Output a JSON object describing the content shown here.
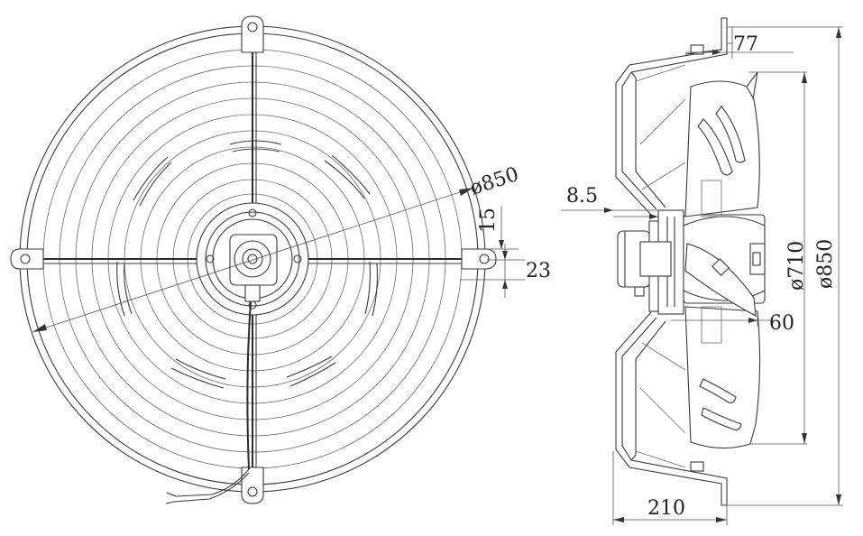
{
  "dimensions": {
    "front_outer_diameter": "ø850",
    "front_offset_15": "15",
    "front_offset_23": "23",
    "side_top_77": "77",
    "side_8_5": "8.5",
    "side_blade_dia": "ø710",
    "side_outer_dia": "ø850",
    "side_60": "60",
    "side_depth_210": "210"
  }
}
